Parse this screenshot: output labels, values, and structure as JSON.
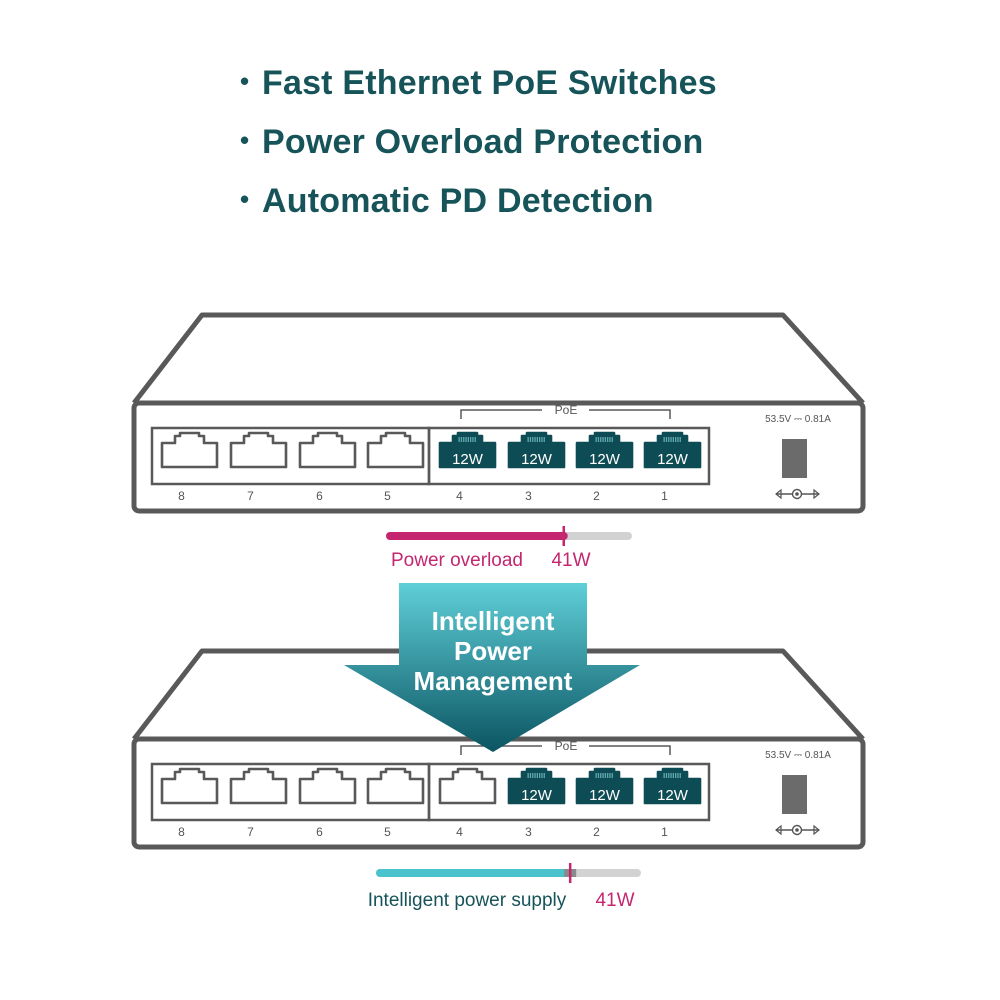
{
  "features": [
    "Fast Ethernet PoE Switches",
    "Power Overload Protection",
    "Automatic PD Detection"
  ],
  "colors": {
    "heading": "#16545a",
    "outline": "#595959",
    "port_fill": "#0e4c55",
    "overload": "#c4266f",
    "supply": "#4ac3cd",
    "bar_track": "#d2d2d2",
    "arrow_top": "#5fcfd8",
    "arrow_bottom": "#0b5562"
  },
  "switches": [
    {
      "poe_label": "PoE",
      "power_spec": "53.5V ⎓ 0.81A",
      "ports": [
        {
          "number": "8",
          "poe": false,
          "label": ""
        },
        {
          "number": "7",
          "poe": false,
          "label": ""
        },
        {
          "number": "6",
          "poe": false,
          "label": ""
        },
        {
          "number": "5",
          "poe": false,
          "label": ""
        },
        {
          "number": "4",
          "poe": true,
          "label": "12W"
        },
        {
          "number": "3",
          "poe": true,
          "label": "12W"
        },
        {
          "number": "2",
          "poe": true,
          "label": "12W"
        },
        {
          "number": "1",
          "poe": true,
          "label": "12W"
        }
      ],
      "power_bar": {
        "label": "Power overload",
        "value_label": "41W",
        "fill_fraction": 0.73,
        "style": "overload"
      }
    },
    {
      "poe_label": "PoE",
      "power_spec": "53.5V ⎓ 0.81A",
      "ports": [
        {
          "number": "8",
          "poe": false,
          "label": ""
        },
        {
          "number": "7",
          "poe": false,
          "label": ""
        },
        {
          "number": "6",
          "poe": false,
          "label": ""
        },
        {
          "number": "5",
          "poe": false,
          "label": ""
        },
        {
          "number": "4",
          "poe": false,
          "label": ""
        },
        {
          "number": "3",
          "poe": true,
          "label": "12W"
        },
        {
          "number": "2",
          "poe": true,
          "label": "12W"
        },
        {
          "number": "1",
          "poe": true,
          "label": "12W"
        }
      ],
      "power_bar": {
        "label": "Intelligent power supply",
        "value_label": "41W",
        "fill_fraction": 0.74,
        "style": "supply"
      }
    }
  ],
  "arrow": {
    "lines": [
      "Intelligent",
      "Power",
      "Management"
    ]
  }
}
